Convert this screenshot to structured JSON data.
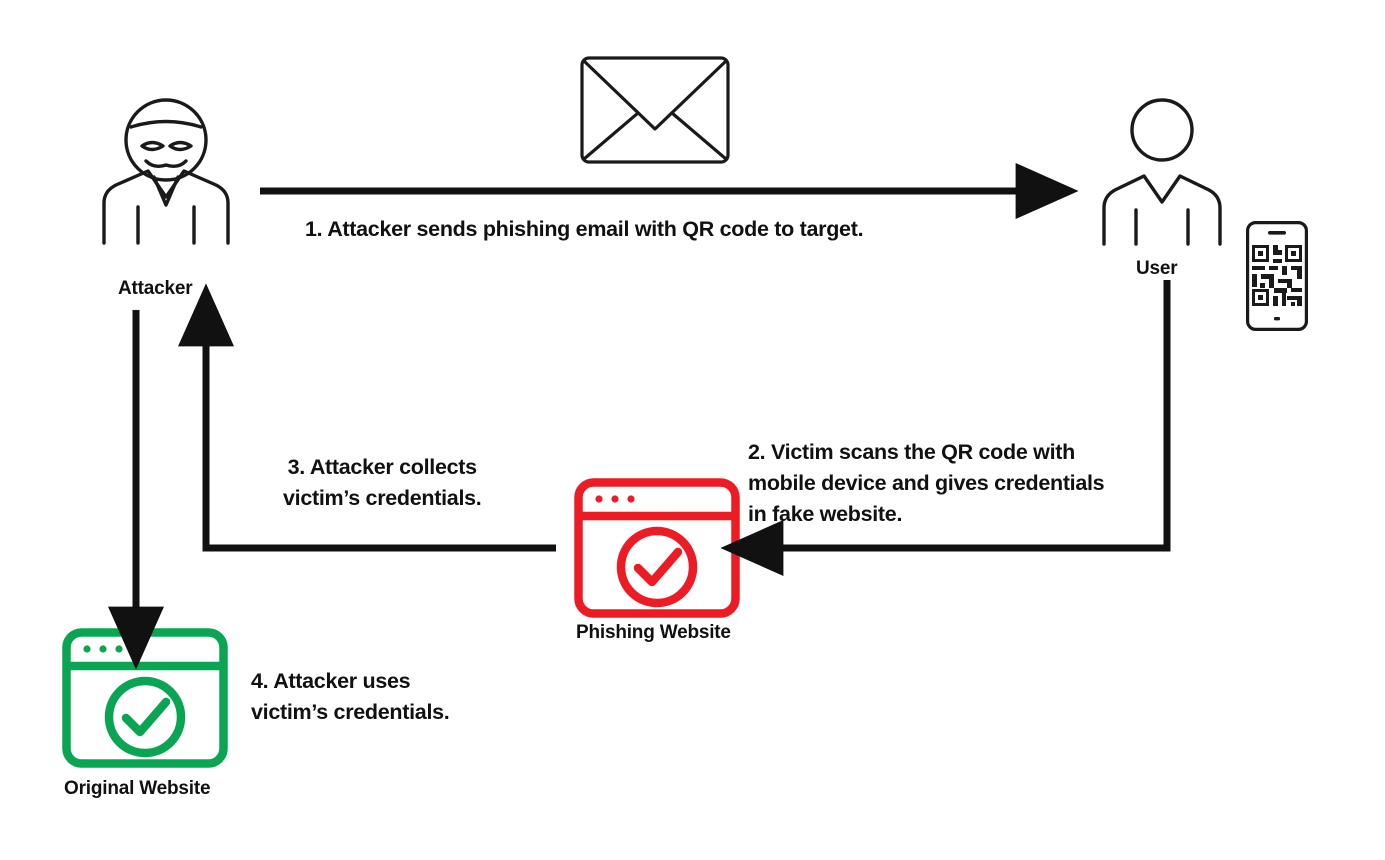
{
  "diagram": {
    "title": "QR code phishing (quishing) attack flow",
    "background": "#ffffff",
    "colors": {
      "stroke": "#1a1a1a",
      "text": "#111111",
      "phishing_red": "#ED1B24",
      "original_green": "#09A552"
    }
  },
  "nodes": {
    "attacker": {
      "label": "Attacker",
      "icon": "masked-attacker-icon"
    },
    "user": {
      "label": "User",
      "icon": "person-icon"
    },
    "email": {
      "label": "",
      "icon": "envelope-icon"
    },
    "phone": {
      "label": "",
      "icon": "mobile-qr-code-icon"
    },
    "phishing_website": {
      "label": "Phishing Website",
      "icon": "browser-window-check-icon",
      "color": "#ED1B24"
    },
    "original_website": {
      "label": "Original Website",
      "icon": "browser-window-check-icon",
      "color": "#09A552"
    }
  },
  "steps": [
    {
      "id": "step-1",
      "number": "1.",
      "text": "1. Attacker sends phishing email with QR code to target.",
      "from": "attacker",
      "to": "user"
    },
    {
      "id": "step-2",
      "number": "2.",
      "text": "2. Victim scans the QR code with\nmobile device and gives credentials\nin fake website.",
      "from": "user",
      "to": "phishing_website"
    },
    {
      "id": "step-3",
      "number": "3.",
      "text": "3. Attacker collects\n victim’s credentials.",
      "from": "phishing_website",
      "to": "attacker"
    },
    {
      "id": "step-4",
      "number": "4.",
      "text": "4. Attacker uses\nvictim’s credentials.",
      "from": "attacker",
      "to": "original_website"
    }
  ]
}
